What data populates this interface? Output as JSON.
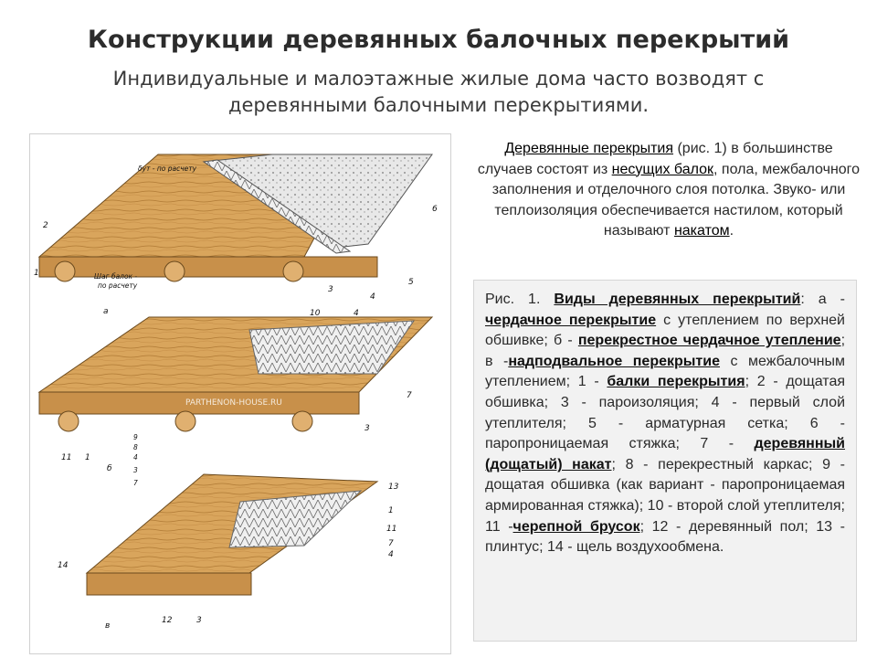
{
  "header": {
    "title": "Конструкции деревянных балочных перекрытий",
    "subtitle": "Индивидуальные и малоэтажные жилые дома часто возводят с деревянными балочными перекрытиями."
  },
  "intro": {
    "part1": "Деревянные перекрытия",
    "part2": " (рис. 1) в большинстве случаев состоят из ",
    "part3": "несущих балок",
    "part4": ", пола, межбалочного заполнения и отделочного слоя потолка. Звуко- или теплоизоляция обеспечивается настилом, который называют ",
    "part5": "накатом",
    "part6": "."
  },
  "caption": {
    "c1": "Рис. 1. ",
    "c2": "Виды деревянных перекрытий",
    "c3": ": а - ",
    "c4": "чердачное перекрытие",
    "c5": " с утеплением по верхней обшивке; б - ",
    "c6": "перекрестное чердачное утепление",
    "c7": "; в -",
    "c8": "надподвальное перекрытие",
    "c9": " с межбалочным утеплением; 1 - ",
    "c10": "балки перекрытия",
    "c11": "; 2 - дощатая обшивка; 3 - пароизоляция; 4 - первый слой утеплителя; 5 - арматурная сетка; 6 - паропроницаемая стяжка; 7 - ",
    "c12": "деревянный (дощатый) накат",
    "c13": "; 8 - перекрестный каркас; 9 - дощатая обшивка (как вариант - паропроницаемая армированная стяжка); 10 - второй слой утеплителя; 11 -",
    "c14": "черепной брусок",
    "c15": "; 12 - деревянный пол; 13 - плинтус; 14 - щель воздухообмена."
  },
  "figure": {
    "a": {
      "letter": "а",
      "dim_top": "δут - по расчету",
      "dim_beam_1": "Шаг балок -",
      "dim_beam_2": "по расчету",
      "labels": [
        "1",
        "2",
        "3",
        "4",
        "5",
        "6"
      ]
    },
    "b": {
      "letter": "б",
      "watermark": "PARTHENON-HOUSE.RU",
      "labels": [
        "10",
        "4",
        "7",
        "3",
        "11",
        "1"
      ],
      "stack": [
        "9",
        "8",
        "4",
        "3",
        "7"
      ]
    },
    "c": {
      "letter": "в",
      "labels": [
        "13",
        "1",
        "11",
        "7",
        "4",
        "14",
        "12",
        "3"
      ]
    }
  },
  "colors": {
    "wood": "#d9a55c",
    "wood_dark": "#b07a35",
    "insulation": "#e6e6e6",
    "caption_bg": "#f2f2f2"
  }
}
